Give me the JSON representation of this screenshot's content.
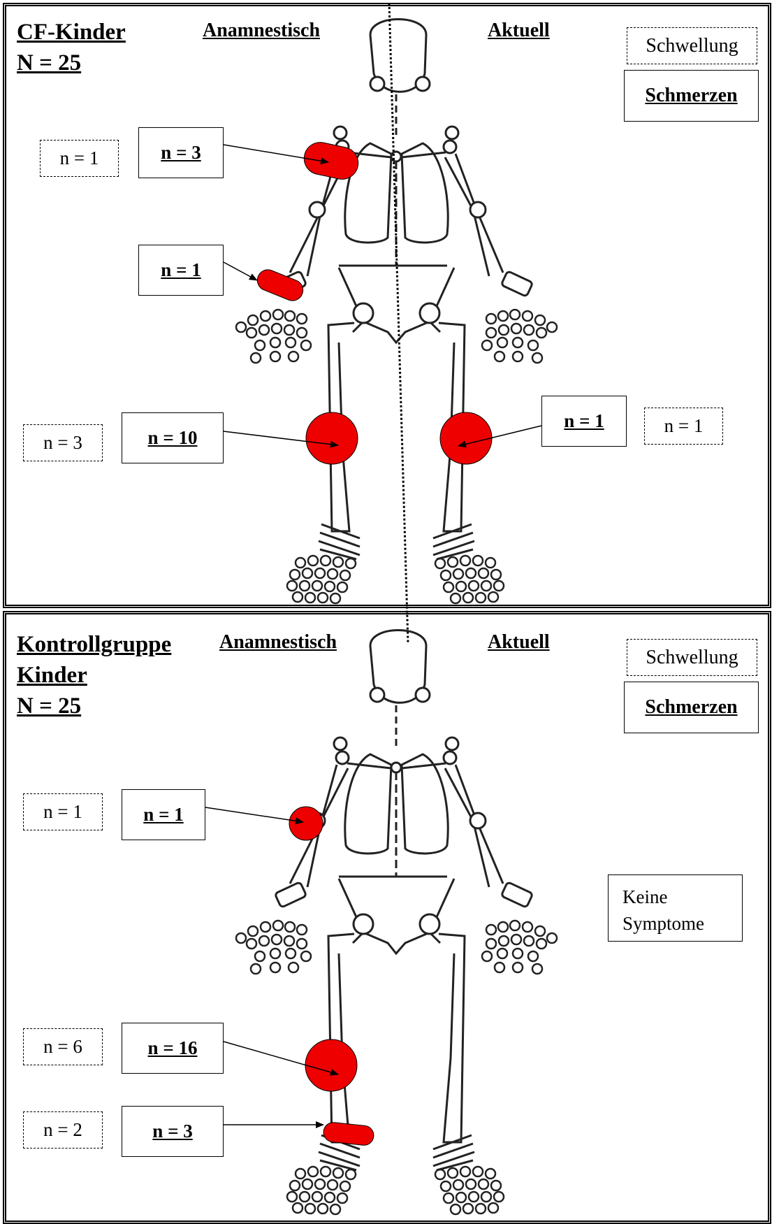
{
  "top": {
    "title_line1": "CF-Kinder",
    "title_line2": "N = 25",
    "col_history": "Anamnestisch",
    "col_current": "Aktuell",
    "legend_swelling": "Schwellung",
    "legend_pain": "Schmerzen",
    "shoulder_swelling": "n = 1",
    "shoulder_pain": "n = 3",
    "wrist_pain": "n = 1",
    "knee_left_swelling": "n = 3",
    "knee_left_pain": "n = 10",
    "knee_right_pain": "n = 1",
    "knee_right_swelling": "n = 1"
  },
  "bottom": {
    "title_line1": "Kontrollgruppe",
    "title_line2": "Kinder",
    "title_line3": "N = 25",
    "col_history": "Anamnestisch",
    "col_current": "Aktuell",
    "legend_swelling": "Schwellung",
    "legend_pain": "Schmerzen",
    "elbow_swelling": "n = 1",
    "elbow_pain": "n = 1",
    "no_symptoms_line1": "Keine",
    "no_symptoms_line2": "Symptome",
    "knee_swelling": "n = 6",
    "knee_pain": "n = 16",
    "ankle_swelling": "n = 2",
    "ankle_pain": "n = 3"
  },
  "colors": {
    "marker": "#ee0000",
    "line": "#222222"
  }
}
